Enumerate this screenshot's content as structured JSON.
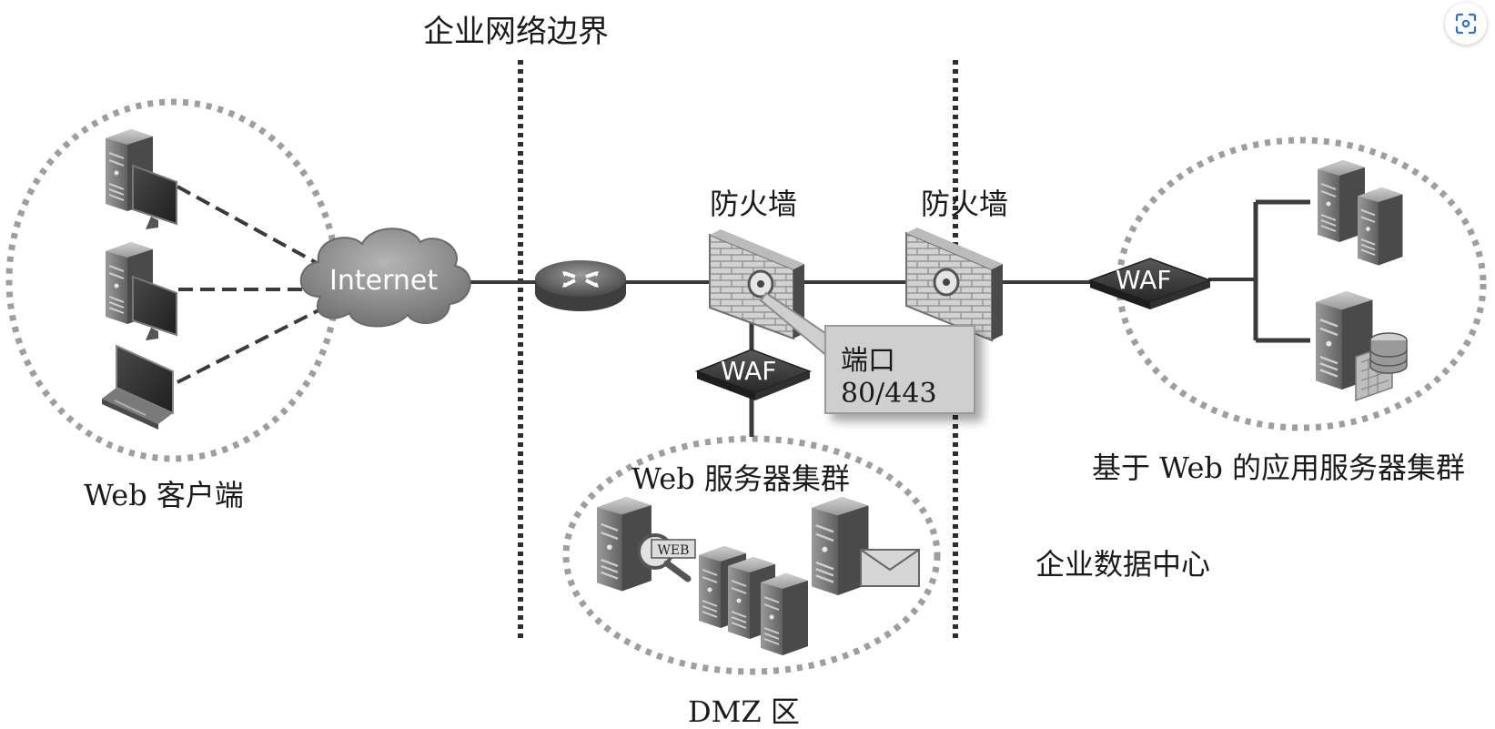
{
  "labels": {
    "boundary": "企业网络边界",
    "firewall_left": "防火墙",
    "firewall_right": "防火墙",
    "internet": "Internet",
    "waf_dmz": "WAF",
    "waf_dc": "WAF",
    "callout_port": "端口",
    "callout_numbers": "80/443",
    "web_clients": "Web 客户端",
    "web_cluster": "Web 服务器集群",
    "dmz": "DMZ 区",
    "app_cluster": "基于 Web 的应用服务器集群",
    "datacenter": "企业数据中心",
    "web_badge": "WEB"
  },
  "colors": {
    "line": "#3a3a3a",
    "dotted_circle": "#9e9e9e",
    "device_dark": "#3a3a3a",
    "cloud": "#8a8a8a"
  },
  "icons": {
    "scan": "screen-scan-icon"
  }
}
